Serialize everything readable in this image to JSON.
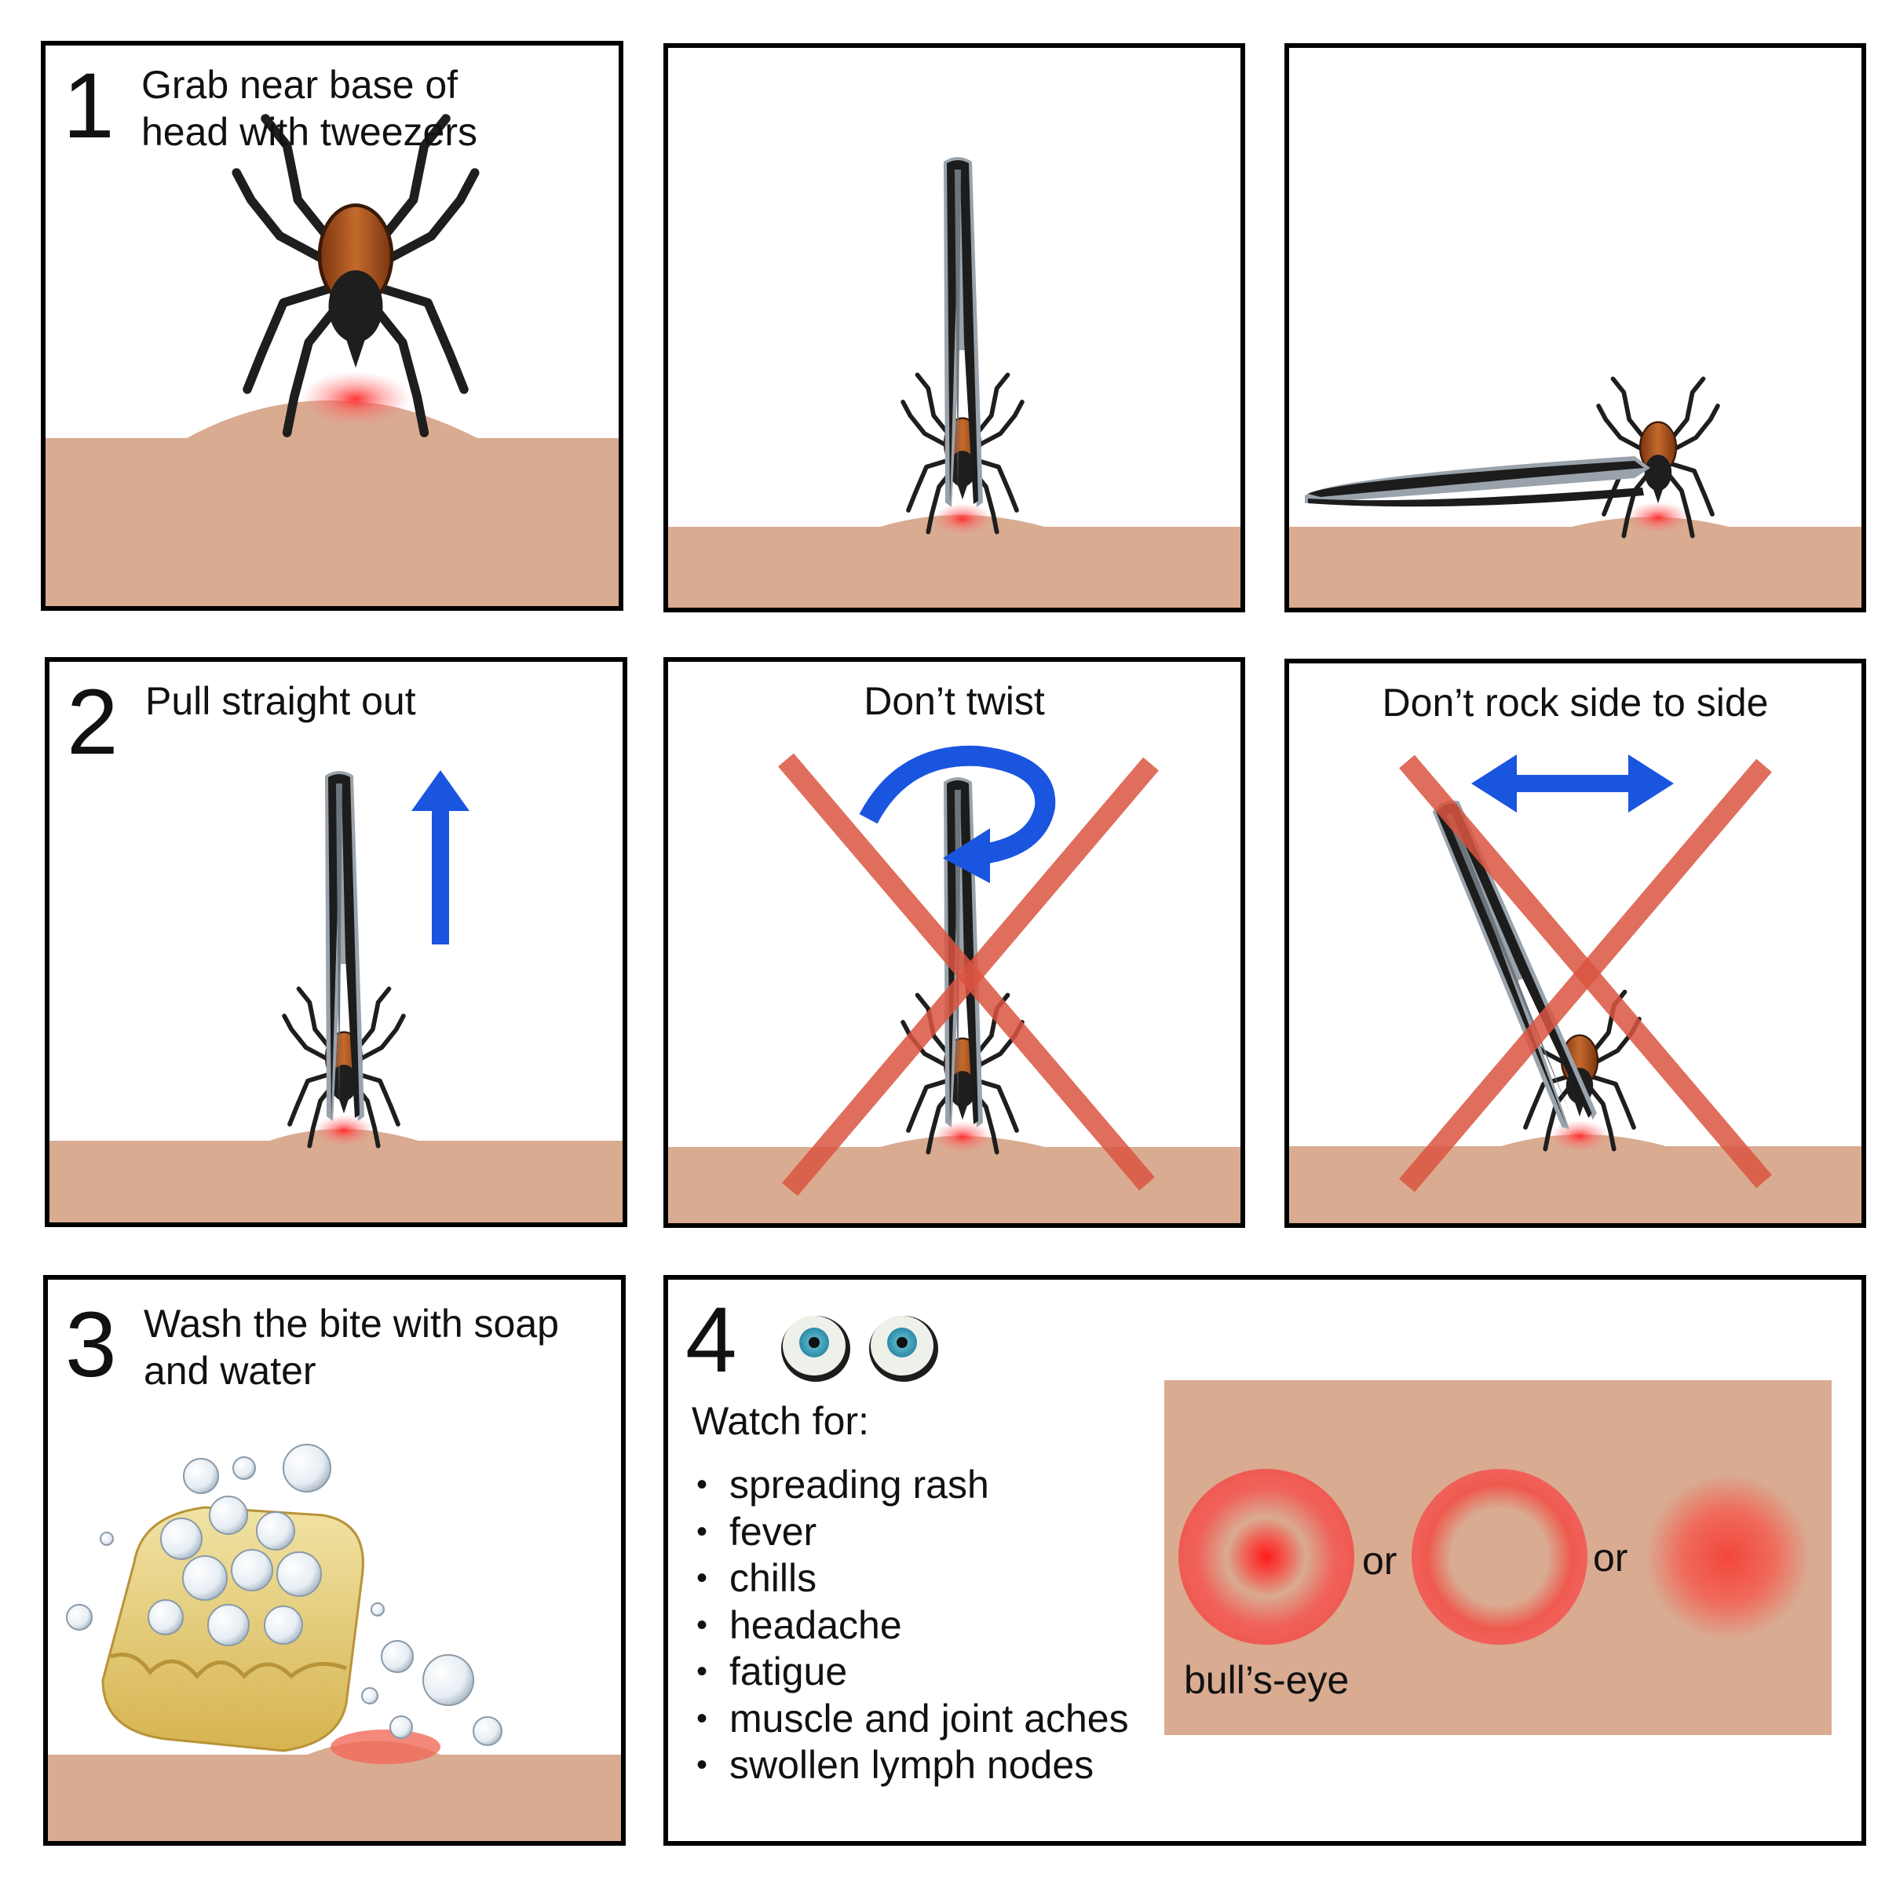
{
  "panels": {
    "p1": {
      "number": "1",
      "caption_lines": [
        "Grab near base of",
        "head with tweezers"
      ]
    },
    "p4": {
      "number": "2",
      "caption": "Pull straight out"
    },
    "p5": {
      "caption": "Don’t twist"
    },
    "p6": {
      "caption": "Don’t rock side to side"
    },
    "p7": {
      "number": "3",
      "caption_lines": [
        "Wash the bite with soap",
        "and water"
      ]
    },
    "p8": {
      "number": "4",
      "watch_for": "Watch for:",
      "symptoms": [
        "spreading rash",
        "fever",
        "chills",
        "headache",
        "fatigue",
        "muscle and joint aches",
        "swollen lymph nodes"
      ],
      "or_label": "or",
      "bullseye_label": "bull’s-eye"
    }
  },
  "colors": {
    "skin": "#d9ab91",
    "bite": "#e8443a",
    "arrow": "#1a55e0",
    "cross": "#d9553f",
    "tick_body": "#b0561f",
    "tick_head": "#1e1e1e",
    "border": "#000000"
  }
}
